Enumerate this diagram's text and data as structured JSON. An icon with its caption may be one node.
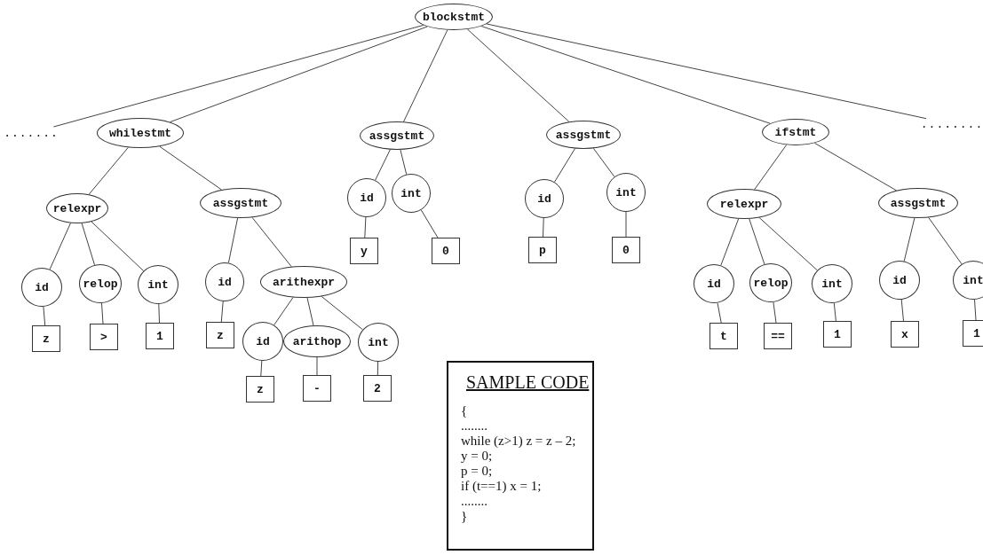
{
  "diagram": {
    "nodes": [
      {
        "text": [
          "blockstmt"
        ]
      },
      {
        "text": [
          "......."
        ]
      },
      {
        "text": [
          "whilestmt"
        ]
      },
      {
        "text": [
          "assgstmt"
        ]
      },
      {
        "text": [
          "assgstmt"
        ]
      },
      {
        "text": [
          "ifstmt"
        ]
      },
      {
        "text": [
          "........"
        ]
      },
      {
        "text": [
          "relexpr"
        ]
      },
      {
        "text": [
          "assgstmt"
        ]
      },
      {
        "text": [
          "id"
        ]
      },
      {
        "text": [
          "int"
        ]
      },
      {
        "text": [
          "id"
        ]
      },
      {
        "text": [
          "int"
        ]
      },
      {
        "text": [
          "relexpr"
        ]
      },
      {
        "text": [
          "assgstmt"
        ]
      },
      {
        "text": [
          "id"
        ]
      },
      {
        "text": [
          "relop"
        ]
      },
      {
        "text": [
          "int"
        ]
      },
      {
        "text": [
          "id"
        ]
      },
      {
        "text": [
          "arithexpr"
        ]
      },
      {
        "text": [
          "y"
        ]
      },
      {
        "text": [
          "0"
        ]
      },
      {
        "text": [
          "p"
        ]
      },
      {
        "text": [
          "0"
        ]
      },
      {
        "text": [
          "id"
        ]
      },
      {
        "text": [
          "relop"
        ]
      },
      {
        "text": [
          "int"
        ]
      },
      {
        "text": [
          "id"
        ]
      },
      {
        "text": [
          "int"
        ]
      },
      {
        "text": [
          "z"
        ]
      },
      {
        "text": [
          ">"
        ]
      },
      {
        "text": [
          "1"
        ]
      },
      {
        "text": [
          "z"
        ]
      },
      {
        "text": [
          "id"
        ]
      },
      {
        "text": [
          "arithop"
        ]
      },
      {
        "text": [
          "int"
        ]
      },
      {
        "text": [
          "t"
        ]
      },
      {
        "text": [
          "=="
        ]
      },
      {
        "text": [
          "1"
        ]
      },
      {
        "text": [
          "x"
        ]
      },
      {
        "text": [
          "1"
        ]
      },
      {
        "text": [
          "z"
        ]
      },
      {
        "text": [
          "-"
        ]
      },
      {
        "text": [
          "2"
        ]
      },
      {
        "text": [
          "SAMPLE CODE",
          "{",
          "........",
          "while (z>1) z = z – 2;",
          "y = 0;",
          "p = 0;",
          "if (t==1) x = 1;",
          "........",
          "}"
        ]
      }
    ],
    "edges": [
      {
        "from": 0,
        "to": 1,
        "arrow": "none"
      },
      {
        "from": 0,
        "to": 2,
        "arrow": "none"
      },
      {
        "from": 0,
        "to": 3,
        "arrow": "none"
      },
      {
        "from": 0,
        "to": 4,
        "arrow": "none"
      },
      {
        "from": 0,
        "to": 5,
        "arrow": "none"
      },
      {
        "from": 0,
        "to": 6,
        "arrow": "none"
      },
      {
        "from": 2,
        "to": 7,
        "arrow": "none"
      },
      {
        "from": 2,
        "to": 8,
        "arrow": "none"
      },
      {
        "from": 3,
        "to": 9,
        "arrow": "none"
      },
      {
        "from": 3,
        "to": 10,
        "arrow": "none"
      },
      {
        "from": 4,
        "to": 11,
        "arrow": "none"
      },
      {
        "from": 4,
        "to": 12,
        "arrow": "none"
      },
      {
        "from": 5,
        "to": 13,
        "arrow": "none"
      },
      {
        "from": 5,
        "to": 14,
        "arrow": "none"
      },
      {
        "from": 7,
        "to": 15,
        "arrow": "none"
      },
      {
        "from": 7,
        "to": 16,
        "arrow": "none"
      },
      {
        "from": 7,
        "to": 17,
        "arrow": "none"
      },
      {
        "from": 8,
        "to": 18,
        "arrow": "none"
      },
      {
        "from": 8,
        "to": 19,
        "arrow": "none"
      },
      {
        "from": 9,
        "to": 20,
        "arrow": "none"
      },
      {
        "from": 10,
        "to": 21,
        "arrow": "none"
      },
      {
        "from": 11,
        "to": 22,
        "arrow": "none"
      },
      {
        "from": 12,
        "to": 23,
        "arrow": "none"
      },
      {
        "from": 13,
        "to": 24,
        "arrow": "none"
      },
      {
        "from": 13,
        "to": 25,
        "arrow": "none"
      },
      {
        "from": 13,
        "to": 26,
        "arrow": "none"
      },
      {
        "from": 14,
        "to": 27,
        "arrow": "none"
      },
      {
        "from": 14,
        "to": 28,
        "arrow": "none"
      },
      {
        "from": 15,
        "to": 29,
        "arrow": "none"
      },
      {
        "from": 16,
        "to": 30,
        "arrow": "none"
      },
      {
        "from": 17,
        "to": 31,
        "arrow": "none"
      },
      {
        "from": 18,
        "to": 32,
        "arrow": "none"
      },
      {
        "from": 19,
        "to": 33,
        "arrow": "none"
      },
      {
        "from": 19,
        "to": 34,
        "arrow": "none"
      },
      {
        "from": 19,
        "to": 35,
        "arrow": "none"
      },
      {
        "from": 24,
        "to": 36,
        "arrow": "none"
      },
      {
        "from": 25,
        "to": 37,
        "arrow": "none"
      },
      {
        "from": 26,
        "to": 38,
        "arrow": "none"
      },
      {
        "from": 27,
        "to": 39,
        "arrow": "none"
      },
      {
        "from": 28,
        "to": 40,
        "arrow": "none"
      },
      {
        "from": 33,
        "to": 41,
        "arrow": "none"
      },
      {
        "from": 34,
        "to": 42,
        "arrow": "none"
      },
      {
        "from": 35,
        "to": 43,
        "arrow": "none"
      }
    ]
  }
}
